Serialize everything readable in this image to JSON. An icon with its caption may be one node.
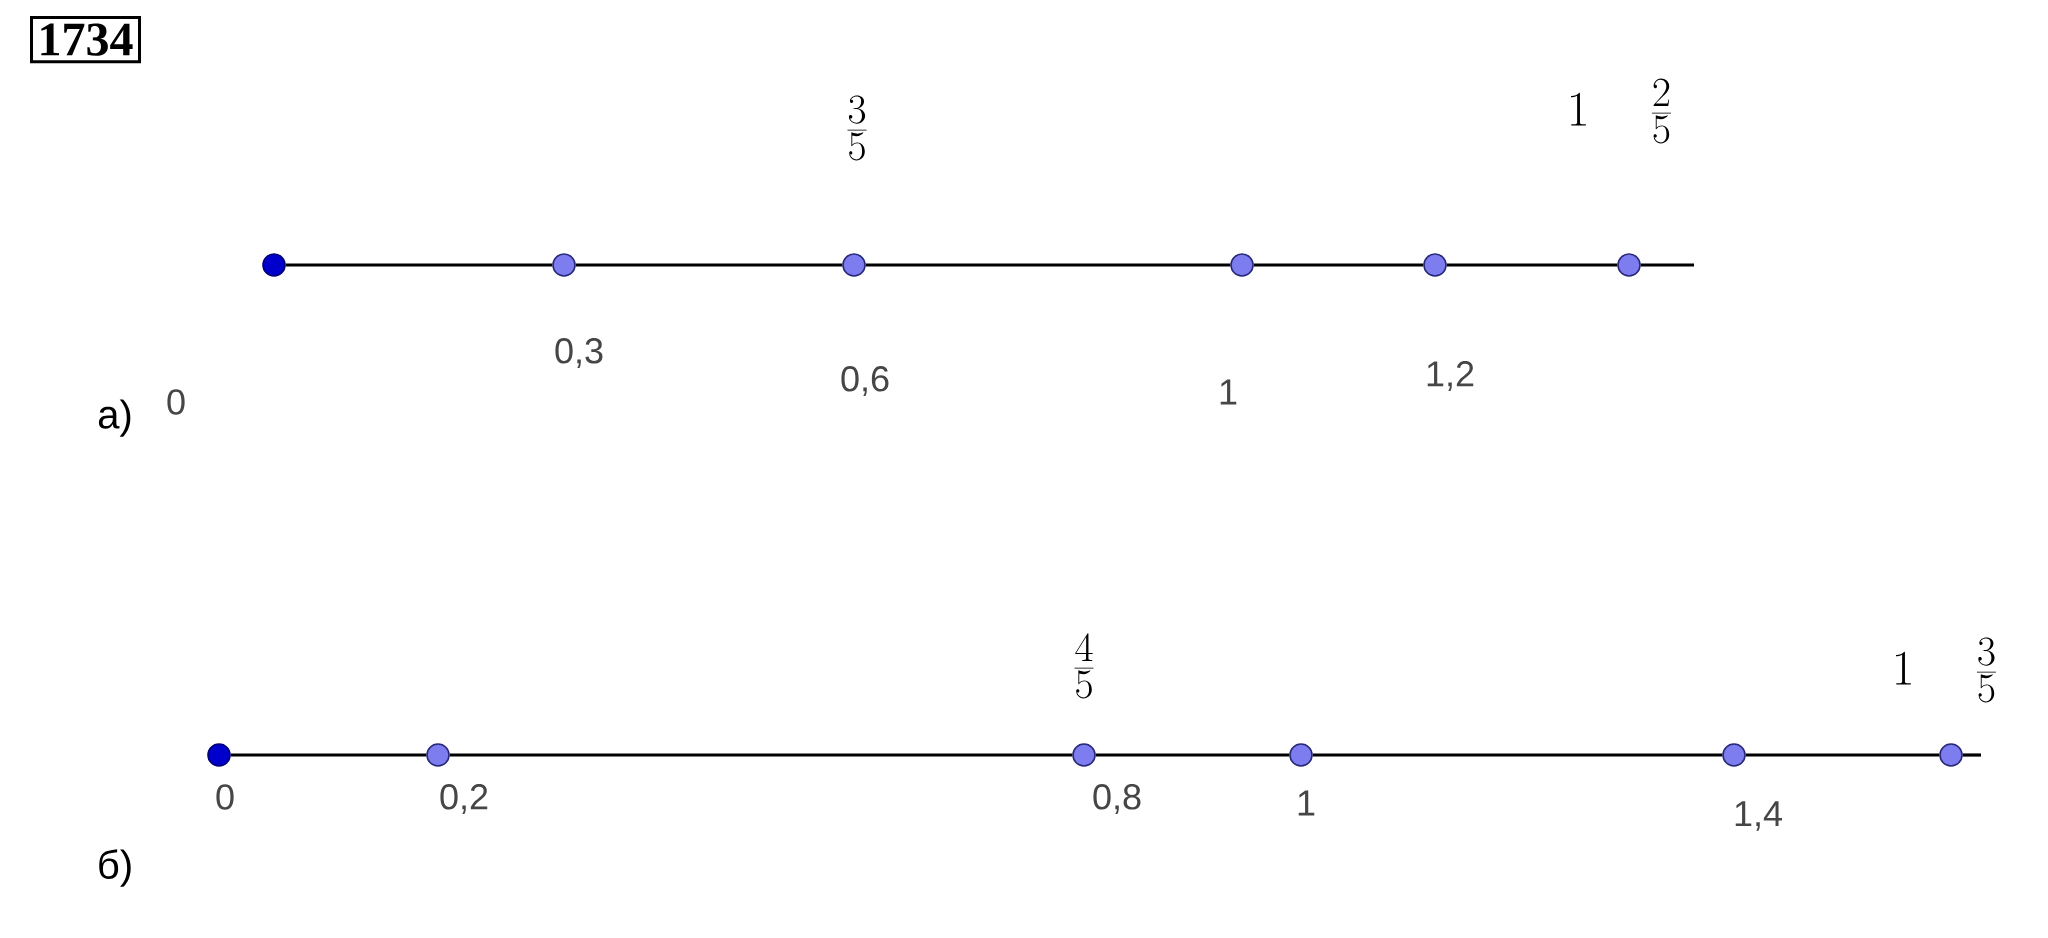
{
  "diagram": {
    "title": "1734",
    "nodes": [
      {
        "text": [],
        "shape": "circle"
      },
      {
        "text": [],
        "shape": "circle"
      },
      {
        "text": [],
        "shape": "circle"
      },
      {
        "text": [],
        "shape": "circle"
      },
      {
        "text": [],
        "shape": "circle"
      },
      {
        "text": [],
        "shape": "circle"
      },
      {
        "text": [],
        "shape": "circle"
      },
      {
        "text": [],
        "shape": "circle"
      },
      {
        "text": [],
        "shape": "circle"
      },
      {
        "text": [],
        "shape": "circle"
      },
      {
        "text": [],
        "shape": "circle"
      },
      {
        "text": [],
        "shape": "circle"
      }
    ],
    "edges": [
      {
        "from": 0,
        "to": 1,
        "arrow": "none"
      },
      {
        "from": 1,
        "to": 2,
        "arrow": "none"
      },
      {
        "from": 2,
        "to": 3,
        "arrow": "none"
      },
      {
        "from": 3,
        "to": 4,
        "arrow": "none"
      },
      {
        "from": 4,
        "to": 5,
        "arrow": "none"
      },
      {
        "from": 5,
        "to": null,
        "arrow": "none"
      },
      {
        "from": 6,
        "to": 7,
        "arrow": "none"
      },
      {
        "from": 7,
        "to": 8,
        "arrow": "none"
      },
      {
        "from": 8,
        "to": 9,
        "arrow": "none"
      },
      {
        "from": 9,
        "to": 10,
        "arrow": "none"
      },
      {
        "from": 10,
        "to": 11,
        "arrow": "none"
      },
      {
        "from": 11,
        "to": null,
        "arrow": "none"
      }
    ],
    "labels": [
      "\\frac{3}{5}",
      "1\\quad\\frac{2}{5}",
      "0",
      "0,3",
      "0,6",
      "1",
      "1,2",
      "а)",
      "\\frac{4}{5}",
      "1\\quad\\frac{3}{5}",
      "0",
      "0,2",
      "0,8",
      "1",
      "1,4",
      "б)"
    ]
  }
}
